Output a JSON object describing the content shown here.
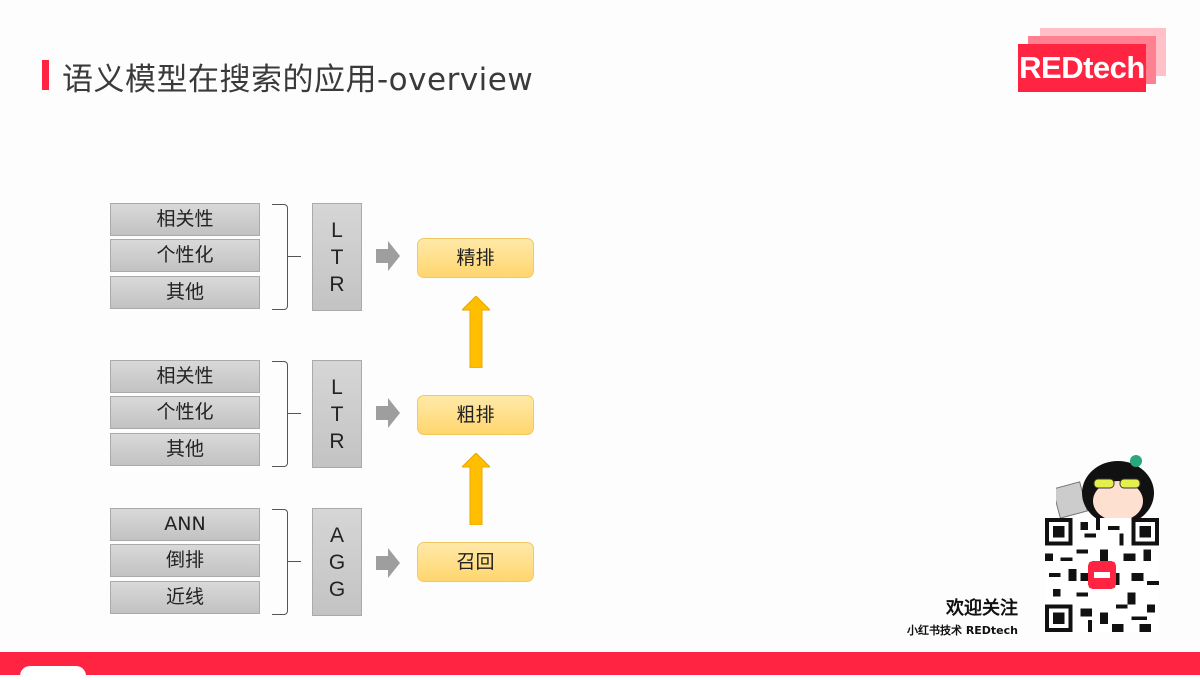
{
  "header": {
    "title": "语义模型在搜索的应用-overview",
    "logo_text": "REDtech",
    "accent_color": "#ff2442"
  },
  "diagram": {
    "groups": [
      {
        "items": [
          "相关性",
          "个性化",
          "其他"
        ],
        "model": [
          "L",
          "T",
          "R"
        ],
        "stage": "精排"
      },
      {
        "items": [
          "相关性",
          "个性化",
          "其他"
        ],
        "model": [
          "L",
          "T",
          "R"
        ],
        "stage": "粗排"
      },
      {
        "items": [
          "ANN",
          "倒排",
          "近线"
        ],
        "model": [
          "A",
          "G",
          "G"
        ],
        "stage": "召回"
      }
    ],
    "stage_color": "#ffd66e",
    "arrow_color": "#ffbf00"
  },
  "follow": {
    "title": "欢迎关注",
    "subtitle": "小红书技术 REDtech"
  }
}
